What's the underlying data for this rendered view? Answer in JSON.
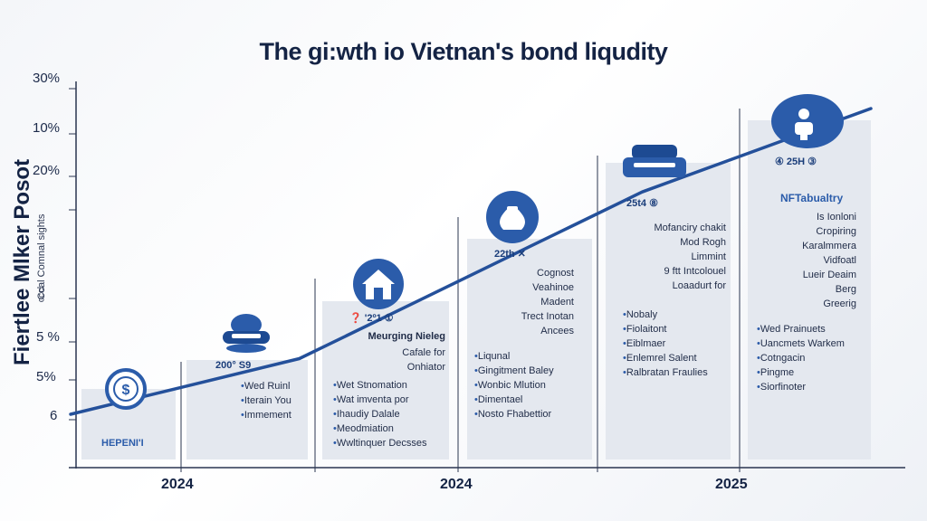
{
  "chart_data": {
    "type": "line",
    "title": "The gi:wth io Vietnan's  bond liqudity",
    "ylabel": "Fiertlee Mlker Posot",
    "ysublabel": "Ccal  Comnal sights",
    "ysublabel2": "cccl",
    "yticks": [
      "30%",
      "10%",
      "20%",
      "5 %",
      "5%",
      "6"
    ],
    "x_tick_labels": [
      "2024",
      "2024",
      "2025"
    ],
    "series": [
      {
        "values": [
          6,
          8,
          10,
          14,
          18,
          22,
          25,
          28
        ]
      }
    ],
    "grid": false
  },
  "stages": [
    {
      "badge": "HEPENI'I",
      "icon": "dollar-coin-icon",
      "bullets": []
    },
    {
      "badge": "200°  S9",
      "icon": "piggy-bank-icon",
      "bullets": [
        "Wed Ruinl",
        "Iterain You",
        "Immement"
      ]
    },
    {
      "badge": "❓ '2º1  ①",
      "icon": "house-icon",
      "heading": "Meurging  Nieleg",
      "lines": [
        "Cafale for",
        "Onhiator"
      ],
      "bullets": [
        "Wet Stnomation",
        "Wat imventa por",
        "Ihaudiy Dalale",
        "Meodmiation",
        "Wwltinquer Decsses"
      ]
    },
    {
      "badge": "22th ✕",
      "icon": "money-bag-icon",
      "lines": [
        "Cognost",
        "Veahinoe",
        "Madent",
        "Trect Inotan",
        "Ancees"
      ],
      "bullets": [
        "Liqunal",
        "Gingitment Baley",
        "Wonbic Mlution",
        "Dimentael",
        "Nosto Fhabettior"
      ]
    },
    {
      "badge": "25t4  ⑧",
      "icon": "briefcase-icon",
      "lines": [
        "Mofanciry chakit",
        "Mod Rogh",
        "Limmint",
        "9 ftt Intcolouel",
        "Loaadurt for"
      ],
      "bullets": [
        "Nobaly",
        "Fiolaitont",
        "Eiblmaer",
        "Enlemrel Salent",
        "Ralbratan Fraulies"
      ]
    },
    {
      "badge": "④ 25H  ③",
      "icon": "investor-icon",
      "heading": "NFTabualtry",
      "lines": [
        "Is Ionloni",
        "Cropiring",
        "Karalmmera",
        "Vidfoatl",
        "Lueir Deaim",
        "Berg",
        "Greerig"
      ],
      "bullets": [
        "Wed Prainuets",
        "Uancmets Warkem",
        "Cotngacin",
        "Pingme",
        "Siorfinoter"
      ]
    }
  ],
  "colors": {
    "line": "#24509a",
    "icon": "#2b5caa",
    "icon_dark": "#1d4a92",
    "panel": "#e4e8ef",
    "axis": "#2a3550"
  }
}
